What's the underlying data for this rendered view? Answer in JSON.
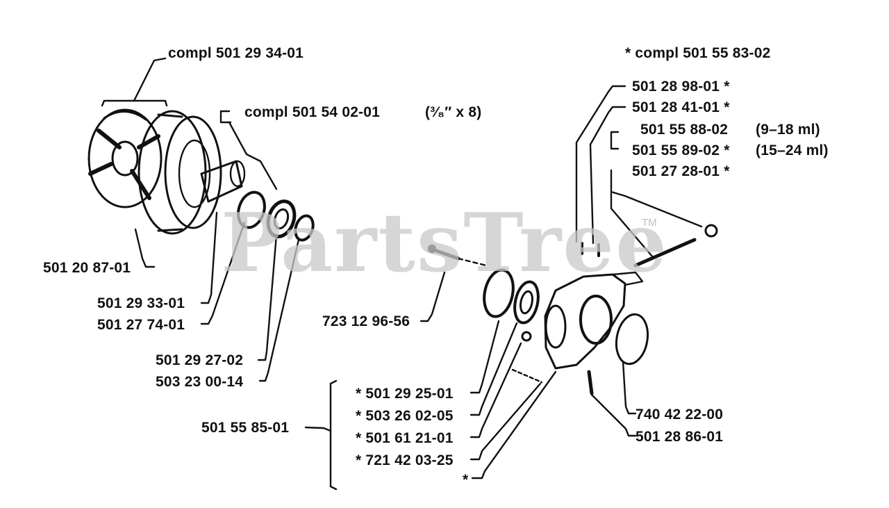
{
  "watermark": {
    "brand": "PartsTree",
    "trademark": "TM"
  },
  "labels": {
    "compl_clutch": "compl 501 29 34-01",
    "compl_drum": "compl 501 54 02-01",
    "drum_spec": "(³⁄₈″ x 8)",
    "compl_pump": "*  compl 501 55 83-02",
    "p_501_28_98_01": "501 28 98-01  *",
    "p_501_28_41_01": "501 28 41-01  *",
    "p_501_55_88_02": "501 55 88-02",
    "p_501_55_88_02_note": "(9–18 ml)",
    "p_501_55_89_02": "501 55 89-02  *",
    "p_501_55_89_02_note": "(15–24 ml)",
    "p_501_27_28_01": "501 27 28-01  *",
    "p_501_20_87_01": "501 20 87-01",
    "p_501_29_33_01": "501 29 33-01",
    "p_501_27_74_01": "501 27 74-01",
    "p_501_29_27_02": "501 29 27-02",
    "p_503_23_00_14": "503 23 00-14",
    "p_723_12_96_56": "723 12 96-56",
    "p_501_55_85_01": "501 55 85-01",
    "p_501_29_25_01": "*  501 29 25-01",
    "p_503_26_02_05": "*  503 26 02-05",
    "p_501_61_21_01": "*  501 61 21-01",
    "p_721_42_03_25": "*  721 42 03-25",
    "p_star": "*",
    "p_740_42_22_00": "740 42 22-00",
    "p_501_28_86_01": "501 28 86-01"
  },
  "colors": {
    "ink": "#111111",
    "watermark": "#c9c9c9",
    "background": "#ffffff"
  }
}
